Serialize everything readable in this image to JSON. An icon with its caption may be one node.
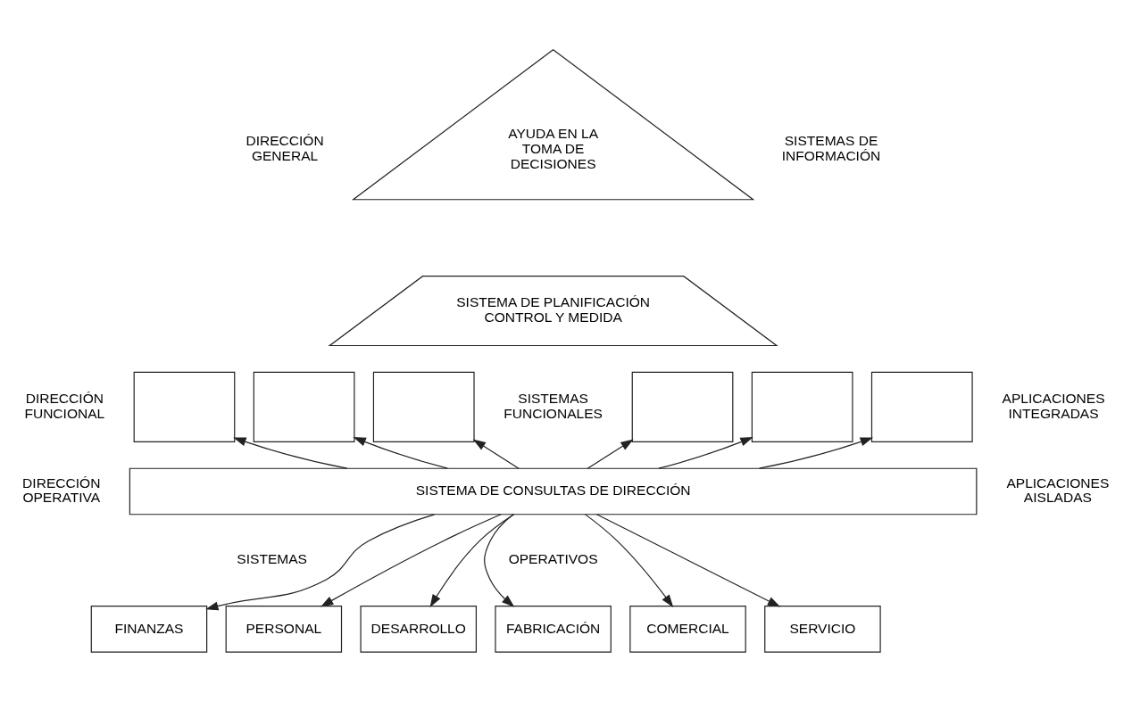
{
  "diagram": {
    "nodes": [
      {
        "text": [
          "AYUDA EN LA TOMA DE DECISIONES"
        ]
      },
      {
        "text": [
          "SISTEMA DE PLANIFICACIÓN CONTROL Y MEDIDA"
        ]
      },
      {
        "text": [],
        "shape": "box"
      },
      {
        "text": [],
        "shape": "box"
      },
      {
        "text": [],
        "shape": "box"
      },
      {
        "text": [],
        "shape": "box"
      },
      {
        "text": [],
        "shape": "box"
      },
      {
        "text": [],
        "shape": "box"
      },
      {
        "text": [
          "SISTEMA DE CONSULTAS DE DIRECCIÓN"
        ]
      },
      {
        "text": [
          "FINANZAS"
        ]
      },
      {
        "text": [
          "PERSONAL"
        ]
      },
      {
        "text": [
          "DESARROLLO"
        ]
      },
      {
        "text": [
          "FABRICACIÓN"
        ]
      },
      {
        "text": [
          "COMERCIAL"
        ]
      },
      {
        "text": [
          "SERVICIO"
        ]
      }
    ],
    "edges": [
      {
        "from": 8,
        "to": 2,
        "arrow": "to"
      },
      {
        "from": 8,
        "to": 3,
        "arrow": "to"
      },
      {
        "from": 8,
        "to": 4,
        "arrow": "to"
      },
      {
        "from": 8,
        "to": 5,
        "arrow": "to"
      },
      {
        "from": 8,
        "to": 6,
        "arrow": "to"
      },
      {
        "from": 8,
        "to": 7,
        "arrow": "to"
      },
      {
        "from": 8,
        "to": 9,
        "arrow": "to"
      },
      {
        "from": 8,
        "to": 10,
        "arrow": "to"
      },
      {
        "from": 8,
        "to": 11,
        "arrow": "to"
      },
      {
        "from": 8,
        "to": 12,
        "arrow": "to"
      },
      {
        "from": 8,
        "to": 13,
        "arrow": "to"
      },
      {
        "from": 8,
        "to": 14,
        "arrow": "to"
      }
    ],
    "labels": [
      "DIRECCIÓN GENERAL",
      "SISTEMAS DE INFORMACIÓN",
      "DIRECCIÓN FUNCIONAL",
      "SISTEMAS FUNCIONALES",
      "APLICACIONES INTEGRADAS",
      "DIRECCIÓN OPERATIVA",
      "APLICACIONES AISLADAS",
      "SISTEMAS",
      "OPERATIVOS"
    ]
  }
}
